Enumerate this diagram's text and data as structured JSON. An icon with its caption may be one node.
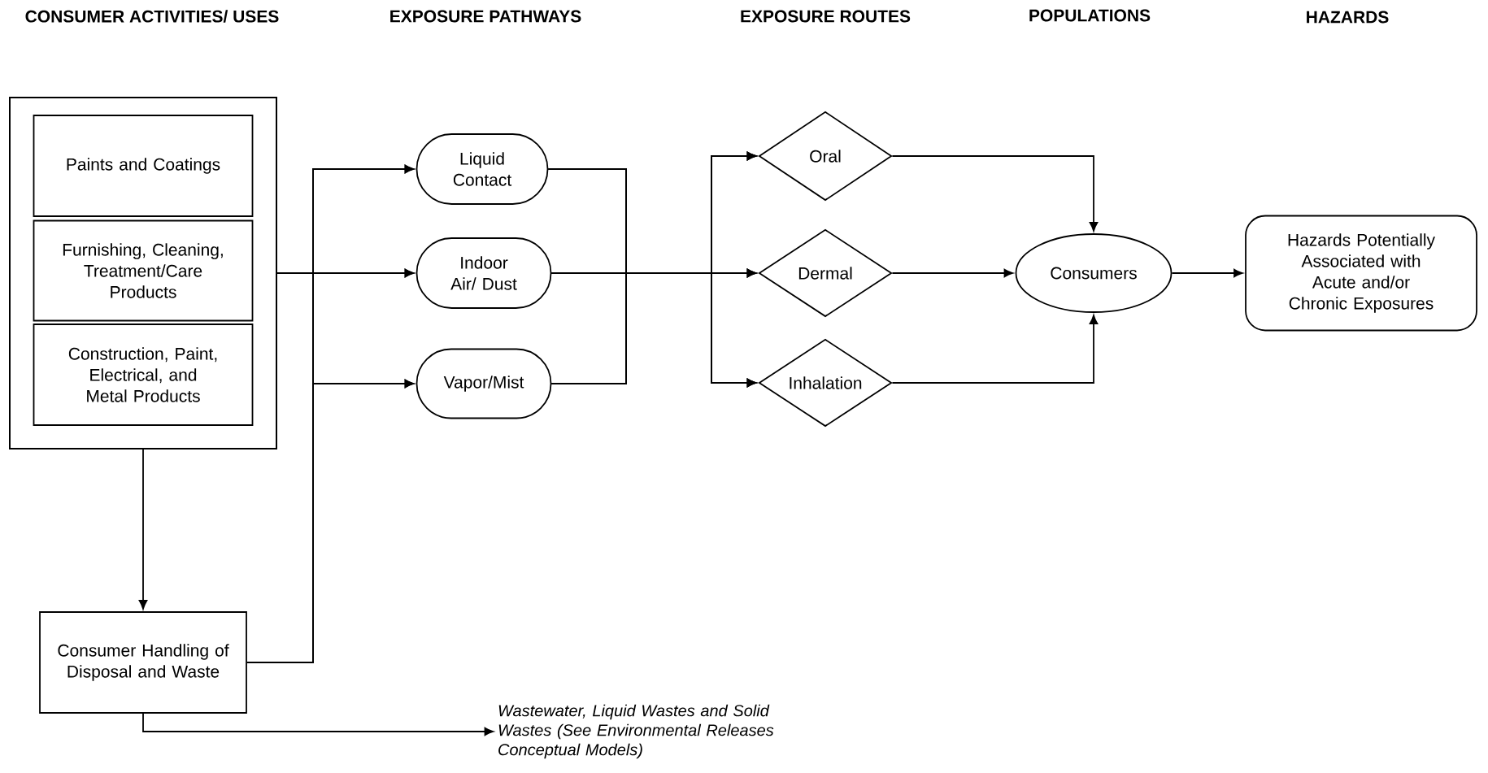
{
  "diagram": {
    "nodes": [
      {
        "text": [],
        "shape": "box"
      },
      {
        "text": [
          "Paints and Coatings"
        ],
        "in": 0
      },
      {
        "text": [
          "Furnishing, Cleaning, Treatment/Care Products"
        ],
        "in": 0
      },
      {
        "text": [
          "Construction, Paint, Electrical, and Metal Products"
        ],
        "in": 0
      },
      {
        "text": [
          "Consumer Handling of Disposal and Waste"
        ]
      },
      {
        "text": [
          "Liquid Contact"
        ]
      },
      {
        "text": [
          "Indoor Air/ Dust"
        ]
      },
      {
        "text": [
          "Vapor/Mist"
        ]
      },
      {
        "text": [
          "Oral"
        ]
      },
      {
        "text": [
          "Dermal"
        ]
      },
      {
        "text": [
          "Inhalation"
        ]
      },
      {
        "text": [
          "Consumers"
        ]
      },
      {
        "text": [
          "Hazards Potentially Associated with Acute and/or Chronic Exposures"
        ]
      },
      {
        "text": [
          "Wastewater, Liquid Wastes and Solid Wastes (See Environmental Releases Conceptual Models)"
        ]
      }
    ],
    "edges": [
      {
        "from": 0,
        "to": 4,
        "arrow": "to"
      },
      {
        "from": 0,
        "to": 5,
        "arrow": "to"
      },
      {
        "from": 0,
        "to": 6,
        "arrow": "to"
      },
      {
        "from": 0,
        "to": 7,
        "arrow": "to"
      },
      {
        "from": 4,
        "to": 5,
        "arrow": "to"
      },
      {
        "from": 4,
        "to": 6,
        "arrow": "to"
      },
      {
        "from": 4,
        "to": 7,
        "arrow": "to"
      },
      {
        "from": 5,
        "to": 8,
        "arrow": "to"
      },
      {
        "from": 5,
        "to": 9,
        "arrow": "to"
      },
      {
        "from": 5,
        "to": 10,
        "arrow": "to"
      },
      {
        "from": 6,
        "to": 8,
        "arrow": "to"
      },
      {
        "from": 6,
        "to": 9,
        "arrow": "to"
      },
      {
        "from": 6,
        "to": 10,
        "arrow": "to"
      },
      {
        "from": 7,
        "to": 8,
        "arrow": "to"
      },
      {
        "from": 7,
        "to": 9,
        "arrow": "to"
      },
      {
        "from": 7,
        "to": 10,
        "arrow": "to"
      },
      {
        "from": 8,
        "to": 11,
        "arrow": "to"
      },
      {
        "from": 9,
        "to": 11,
        "arrow": "to"
      },
      {
        "from": 10,
        "to": 11,
        "arrow": "to"
      },
      {
        "from": 11,
        "to": 12,
        "arrow": "to"
      },
      {
        "from": 4,
        "to": 13,
        "arrow": "to"
      }
    ],
    "labels": [
      "CONSUMER ACTIVITIES/ USES",
      "EXPOSURE PATHWAYS",
      "EXPOSURE ROUTES",
      "POPULATIONS",
      "HAZARDS"
    ]
  }
}
